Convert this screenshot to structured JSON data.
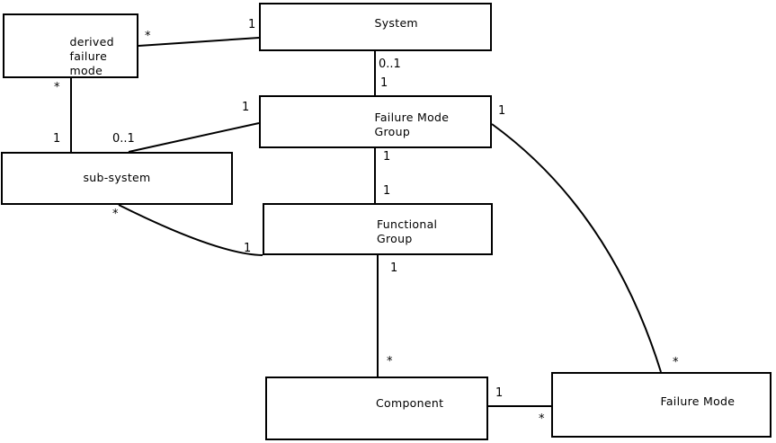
{
  "diagram": {
    "background_color": "#ffffff",
    "line_color": "#000000",
    "nodes": {
      "derived_failure_mode": {
        "lines": [
          "derived",
          "failure",
          "mode"
        ]
      },
      "system": {
        "lines": [
          "System"
        ]
      },
      "failure_mode_group": {
        "lines": [
          "Failure Mode",
          "Group"
        ]
      },
      "sub_system": {
        "lines": [
          "sub-system"
        ]
      },
      "functional_group": {
        "lines": [
          "Functional",
          "Group"
        ]
      },
      "component": {
        "lines": [
          "Component"
        ]
      },
      "failure_mode": {
        "lines": [
          "Failure Mode"
        ]
      }
    },
    "multiplicities": {
      "derived_to_system_star": "*",
      "derived_to_system_one": "1",
      "system_to_fmg_zero_one": "0..1",
      "system_to_fmg_one": "1",
      "derived_to_subsystem_star": "*",
      "derived_to_subsystem_one": "1",
      "fmg_to_subsystem_one": "1",
      "fmg_to_subsystem_zero_one": "0..1",
      "fmg_to_failuremode_one": "1",
      "fmg_to_failuremode_star": "*",
      "fmg_to_fg_one_upper": "1",
      "fmg_to_fg_one_lower": "1",
      "subsystem_to_fg_star": "*",
      "subsystem_to_fg_one": "1",
      "fg_to_component_one": "1",
      "fg_to_component_star": "*",
      "component_to_failuremode_one": "1",
      "component_to_failuremode_star": "*"
    }
  }
}
